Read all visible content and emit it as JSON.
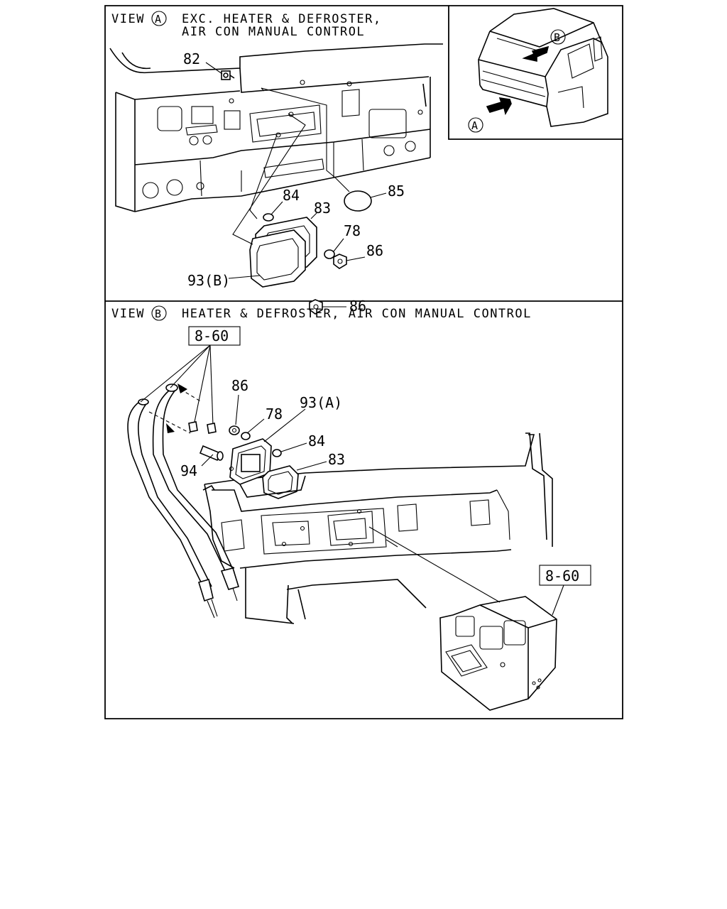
{
  "view_a": {
    "view_word": "VIEW",
    "view_letter": "A",
    "title_line1": "EXC. HEATER & DEFROSTER,",
    "title_line2": "AIR CON MANUAL CONTROL",
    "callouts": [
      "82",
      "84",
      "85",
      "83",
      "78",
      "86",
      "93(B)",
      "86"
    ]
  },
  "inset": {
    "marker_a": "A",
    "marker_b": "B"
  },
  "view_b": {
    "view_word": "VIEW",
    "view_letter": "B",
    "title": "HEATER & DEFROSTER, AIR CON MANUAL CONTROL",
    "ref_box_top": "8-60",
    "ref_box_bottom": "8-60",
    "callouts": [
      "86",
      "78",
      "93(A)",
      "84",
      "83",
      "94"
    ]
  }
}
